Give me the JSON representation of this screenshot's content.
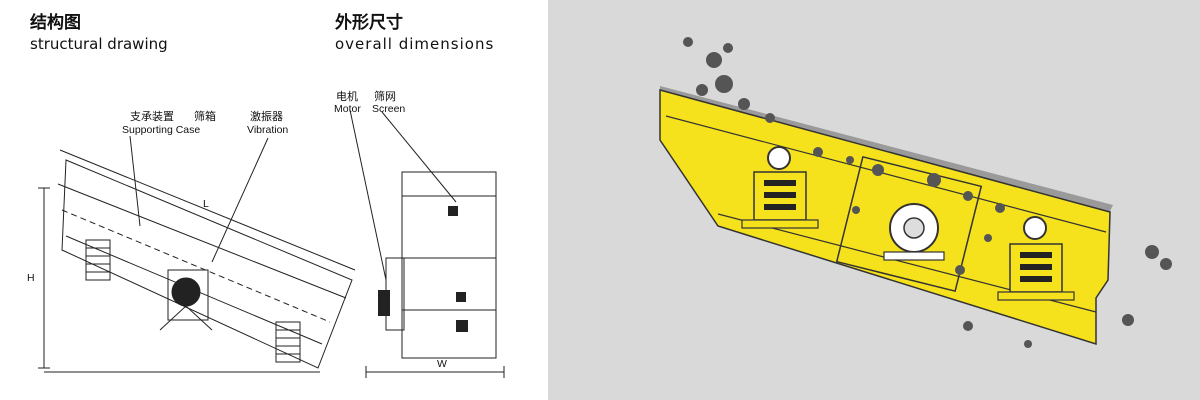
{
  "structural": {
    "title_zh": "结构图",
    "title_en": "structural drawing",
    "support_zh": "支承装置",
    "case_zh": "筛箱",
    "support_case_en": "Supporting Case",
    "vibration_zh": "激振器",
    "vibration_en": "Vibration",
    "dim_L": "L",
    "dim_H": "H"
  },
  "overall": {
    "title_zh": "外形尺寸",
    "title_en": "overall dimensions",
    "motor_zh": "电机",
    "screen_zh": "筛网",
    "motor_en": "Motor",
    "screen_en": "Screen",
    "dim_W": "W"
  },
  "colors": {
    "machine_yellow": "#f5e11c",
    "background_gray": "#d9d9d9",
    "line_dark": "#222222"
  }
}
